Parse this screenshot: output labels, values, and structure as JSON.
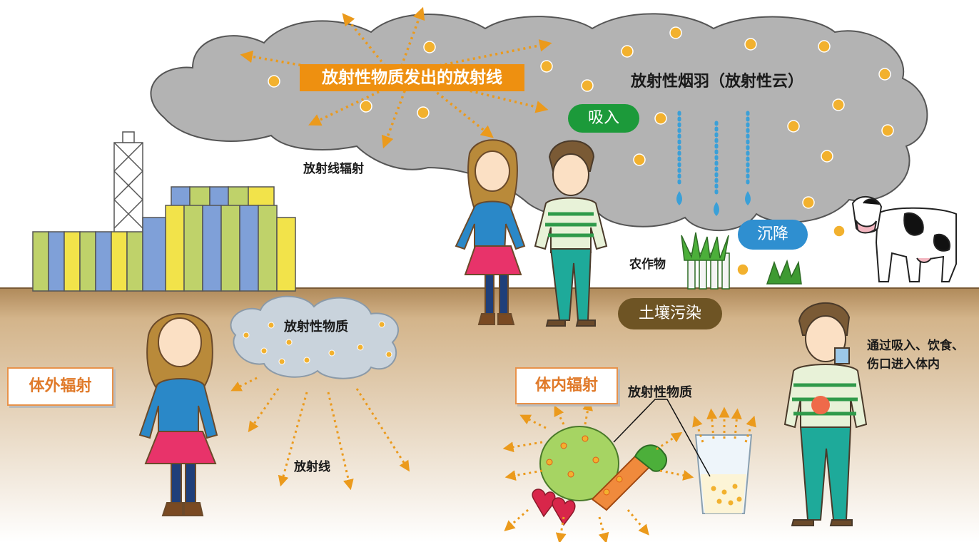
{
  "labels": {
    "cloud_rays": "放射性物质发出的放射线",
    "plume": "放射性烟羽（放射性云）",
    "inhale": "吸入",
    "radiation_exposure": "放射线辐射",
    "fallout": "沉降",
    "crops": "农作物",
    "soil": "土壤污染",
    "ground_cloud_material": "放射性物质",
    "external": "体外辐射",
    "radiation": "放射线",
    "internal": "体内辐射",
    "internal_material": "放射性物质",
    "intake_line1": "通过吸入、饮食、",
    "intake_line2": "伤口进入体内"
  },
  "colors": {
    "cloud": "#b3b3b3",
    "particle": "#f2b12e",
    "arrow": "#eb9a1c",
    "orange_banner": "#ee9010",
    "green_pill": "#1c9a3a",
    "blue_pill": "#2f8fd0",
    "soil_pill": "#6e5424",
    "ground": "#c6a477"
  }
}
